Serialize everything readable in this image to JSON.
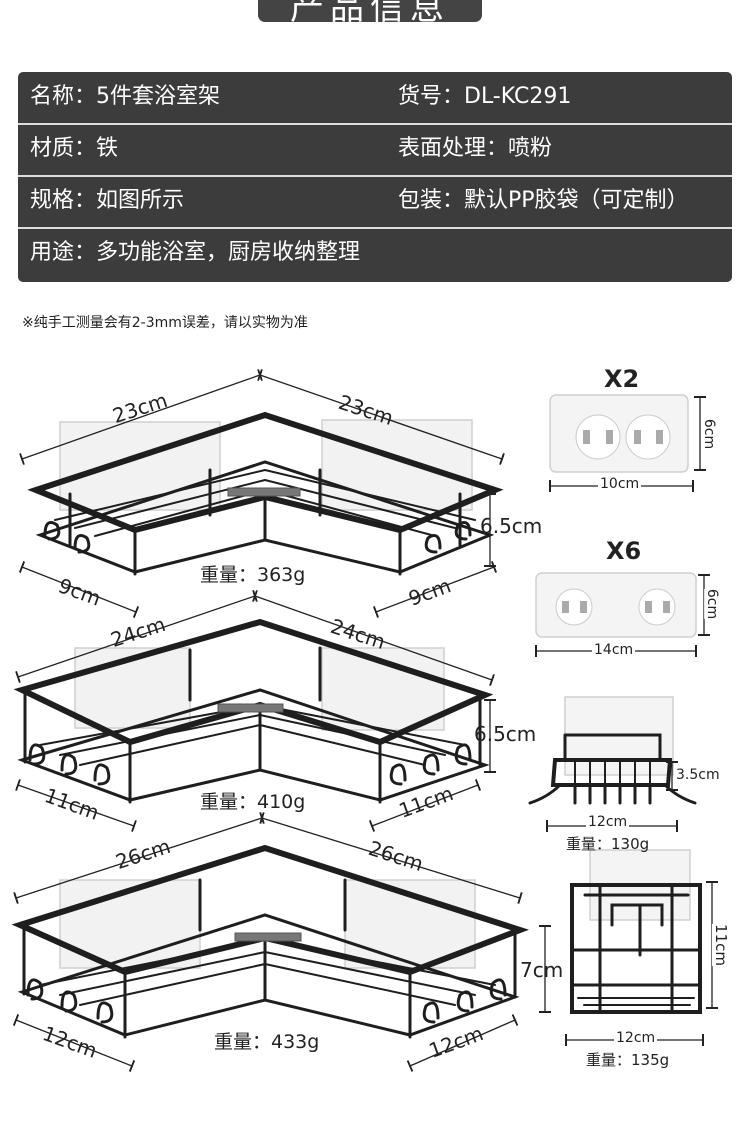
{
  "header": {
    "title": "产品信息"
  },
  "info": {
    "rows": [
      {
        "left": "名称：5件套浴室架",
        "right": "货号：DL-KC291"
      },
      {
        "left": "材质：铁",
        "right": "表面处理：喷粉"
      },
      {
        "left": "规格：如图所示",
        "right": "包装：默认PP胶袋（可定制）"
      },
      {
        "left": "用途：多功能浴室，厨房收纳整理",
        "right": ""
      }
    ]
  },
  "note": "※纯手工测量会有2-3mm误差，请以实物为准",
  "racks": [
    {
      "side_a": "23cm",
      "side_b": "23cm",
      "depth_l": "9cm",
      "depth_r": "9cm",
      "height": "6.5cm",
      "weight": "重量：363g"
    },
    {
      "side_a": "24cm",
      "side_b": "24cm",
      "depth_l": "11cm",
      "depth_r": "11cm",
      "height": "6.5cm",
      "weight": "重量：410g"
    },
    {
      "side_a": "26cm",
      "side_b": "26cm",
      "depth_l": "12cm",
      "depth_r": "12cm",
      "height": "7cm",
      "weight": "重量：433g"
    }
  ],
  "hooks": [
    {
      "qty": "X2",
      "width": "10cm",
      "height": "6cm"
    },
    {
      "qty": "X6",
      "width": "14cm",
      "height": "6cm"
    }
  ],
  "small_shelf": {
    "width": "12cm",
    "height": "3.5cm",
    "weight": "重量：130g"
  },
  "holder": {
    "width": "12cm",
    "height": "11cm",
    "weight": "重量：135g"
  },
  "colors": {
    "panel": "#3c3c3c",
    "frame": "#1e1e1e",
    "text": "#222222"
  }
}
